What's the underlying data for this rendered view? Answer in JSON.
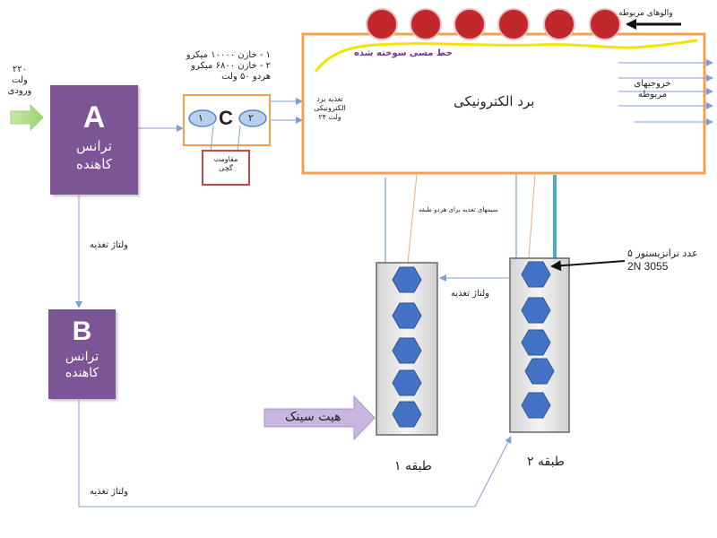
{
  "input": {
    "line1": "۲۲۰",
    "line2": "ولت",
    "line3": "ورودی"
  },
  "transformers": [
    {
      "letter": "A",
      "line1": "ترانس",
      "line2": "کاهنده"
    },
    {
      "letter": "B",
      "line1": "ترانس",
      "line2": "کاهنده"
    }
  ],
  "capacitors": {
    "line1": "۱ - خازن ۱۰۰۰۰ میکرو",
    "line2": "۲ - خازن ۶۸۰۰ میکرو",
    "line3": "هردو ۵۰ ولت"
  },
  "cap_box": {
    "letter": "C",
    "cap1": "۱",
    "cap2": "۲"
  },
  "resistor": {
    "line1": "مقاومت",
    "line2": "گچی"
  },
  "board": {
    "title": "برد الکترونیکی",
    "burnt_line": "خط مسی سوخته شده",
    "supply_line1": "تغذیه برد",
    "supply_line2": "الکترونیکی",
    "supply_line3": "۲۴ ولت",
    "outputs_line1": "خروجیهای",
    "outputs_line2": "مربوطه",
    "valves": "والوهای مربوطه"
  },
  "supply_wires": "سیمهای تغذیه برای هردو طبقه",
  "voltage_labels": {
    "a_to_b": "ولتاژ تغذیه",
    "stage_link": "ولتاژ تغذیه",
    "bottom": "ولتاژ تغذیه"
  },
  "transistors": {
    "line1": "۵ عدد ترانزیستور",
    "line2": "2N 3055"
  },
  "heatsink": "هیت سینک",
  "stages": {
    "stage1": "طبقه ۱",
    "stage2": "طبقه ۲"
  },
  "colors": {
    "transformer": "#7b5595",
    "board_border": "#f3a04b",
    "valve": "#c0282c",
    "hexagon": "#4472c4",
    "burnt_line": "#f2e400",
    "arrow": "#8eaadb",
    "heatsink": "#c8b6e0"
  }
}
